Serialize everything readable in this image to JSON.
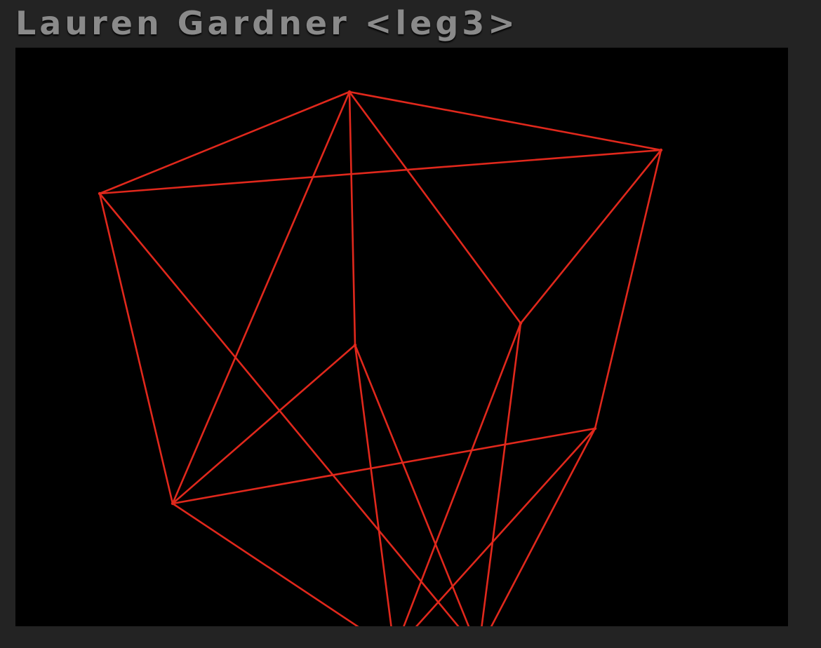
{
  "window": {
    "title": "Lauren Gardner <leg3>"
  },
  "canvas": {
    "background_color": "#000000",
    "line_color": "#e0281c",
    "vertices": [
      "v1",
      "v2",
      "v3",
      "v4",
      "v5",
      "v6",
      "v7",
      "v8",
      "v9"
    ],
    "edges": [
      [
        "v1",
        "v2"
      ],
      [
        "v1",
        "v3"
      ],
      [
        "v1",
        "v5"
      ],
      [
        "v1",
        "v4"
      ],
      [
        "v1",
        "v7"
      ],
      [
        "v2",
        "v5"
      ],
      [
        "v2",
        "v3"
      ],
      [
        "v2",
        "v8"
      ],
      [
        "v3",
        "v7"
      ],
      [
        "v3",
        "v6"
      ],
      [
        "v4",
        "v8"
      ],
      [
        "v4",
        "v5"
      ],
      [
        "v4",
        "v9"
      ],
      [
        "v5",
        "v6"
      ],
      [
        "v5",
        "v9"
      ],
      [
        "v6",
        "v8"
      ],
      [
        "v6",
        "v9"
      ],
      [
        "v7",
        "v8"
      ],
      [
        "v7",
        "v9"
      ]
    ]
  }
}
